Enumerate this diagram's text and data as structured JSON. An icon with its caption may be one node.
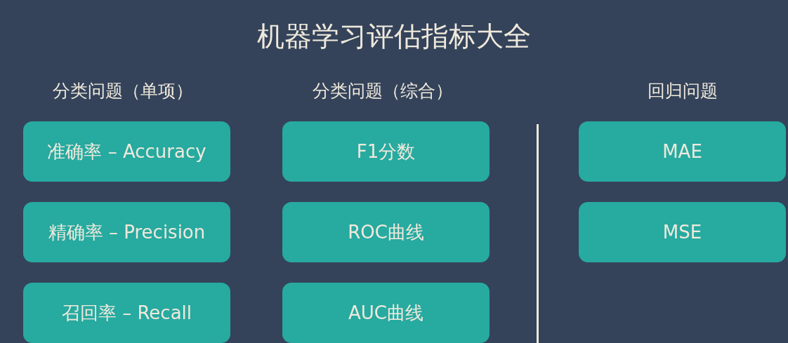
{
  "diagram": {
    "title": "机器学习评估指标大全",
    "nodes": [
      {
        "text": [
          "准确率 – Accuracy"
        ]
      },
      {
        "text": [
          "精确率 – Precision"
        ]
      },
      {
        "text": [
          "召回率 – Recall"
        ]
      },
      {
        "text": [
          "F1分数"
        ]
      },
      {
        "text": [
          "ROC曲线"
        ]
      },
      {
        "text": [
          "AUC曲线"
        ]
      },
      {
        "text": [
          "MAE"
        ]
      },
      {
        "text": [
          "MSE"
        ]
      }
    ],
    "labels": [
      "分类问题（单项）",
      "分类问题（综合）",
      "回归问题"
    ]
  }
}
